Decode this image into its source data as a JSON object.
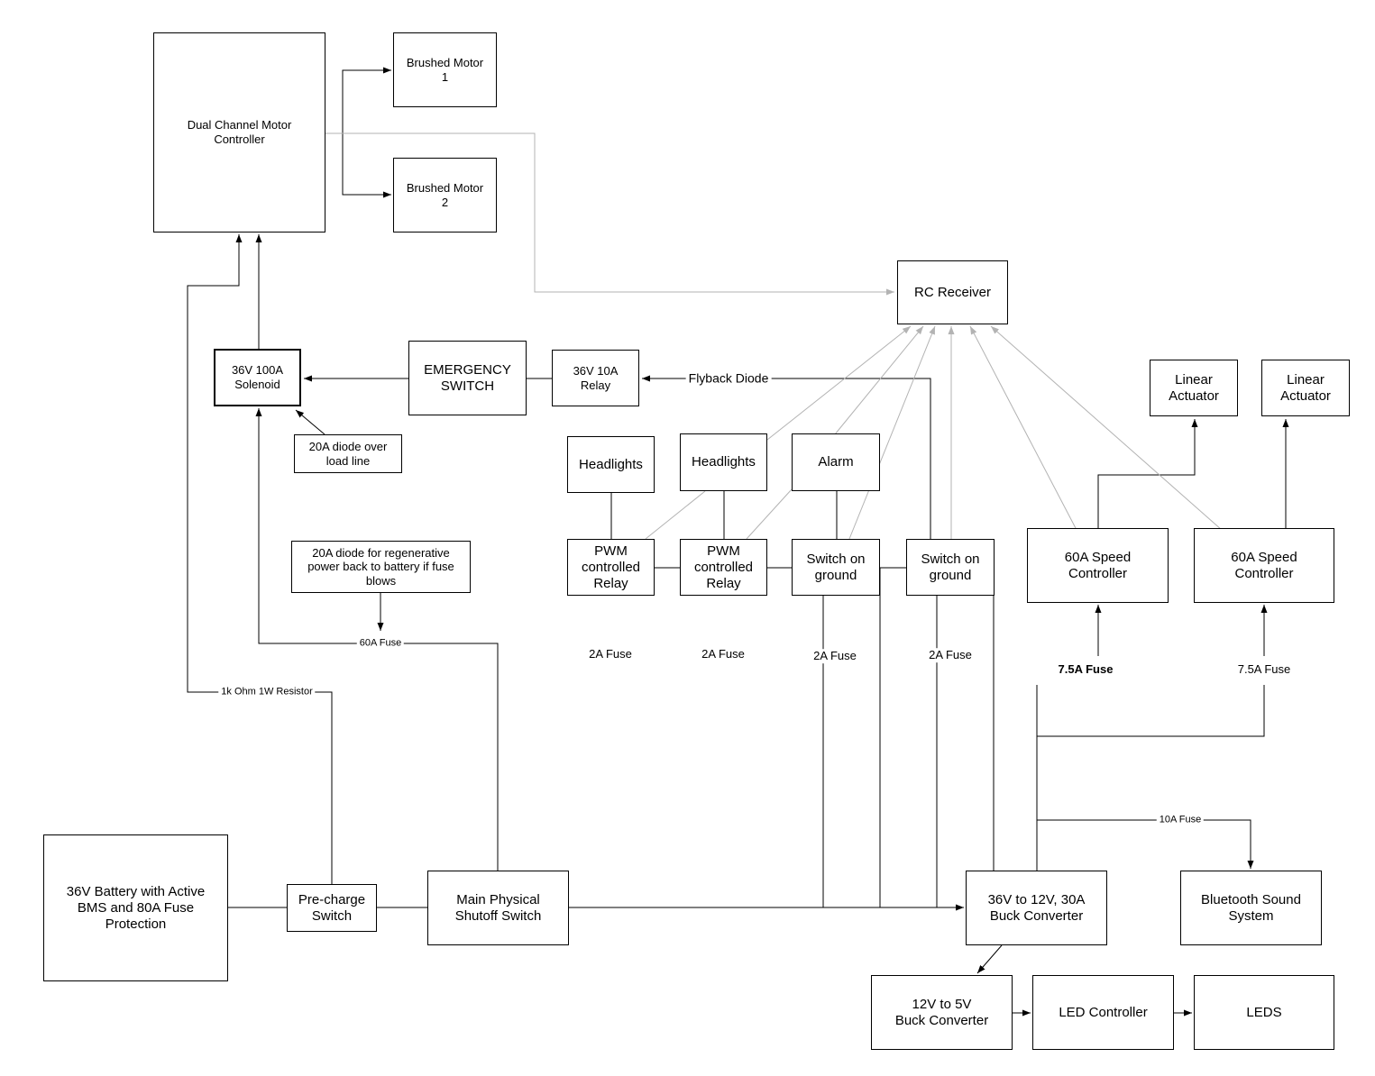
{
  "blocks": {
    "motor_controller": "Dual Channel Motor\nController",
    "motor1": "Brushed Motor\n1",
    "motor2": "Brushed Motor\n2",
    "rc_receiver": "RC Receiver",
    "solenoid": "36V 100A\nSolenoid",
    "emergency_switch": "EMERGENCY\nSWITCH",
    "relay": "36V 10A\nRelay",
    "diode_overload": "20A diode over\nload line",
    "headlights1": "Headlights",
    "headlights2": "Headlights",
    "alarm": "Alarm",
    "linear_actuator1": "Linear\nActuator",
    "linear_actuator2": "Linear\nActuator",
    "diode_regen": "20A diode for regenerative\npower back to battery if fuse\nblows",
    "pwm_relay1": "PWM\ncontrolled\nRelay",
    "pwm_relay2": "PWM\ncontrolled\nRelay",
    "switch_ground1": "Switch on\nground",
    "switch_ground2": "Switch on\nground",
    "speed_controller1": "60A Speed\nController",
    "speed_controller2": "60A Speed\nController",
    "battery": "36V Battery with Active\nBMS and 80A Fuse\nProtection",
    "precharge": "Pre-charge\nSwitch",
    "main_switch": "Main Physical\nShutoff Switch",
    "buck_12v": "36V to 12V, 30A\nBuck Converter",
    "bluetooth": "Bluetooth Sound\nSystem",
    "buck_5v": "12V to 5V\nBuck Converter",
    "led_controller": "LED Controller",
    "leds": "LEDS"
  },
  "labels": {
    "flyback_diode": "Flyback Diode",
    "fuse_60a": "60A Fuse",
    "resistor": "1k Ohm 1W Resistor",
    "fuse_2a_1": "2A Fuse",
    "fuse_2a_2": "2A Fuse",
    "fuse_2a_3": "2A Fuse",
    "fuse_2a_4": "2A Fuse",
    "fuse_7_5a_1": "7.5A Fuse",
    "fuse_7_5a_2": "7.5A Fuse",
    "fuse_10a": "10A Fuse"
  },
  "colors": {
    "wire": "#000000",
    "signal_wire": "#b3b3b3",
    "border": "#000000"
  }
}
